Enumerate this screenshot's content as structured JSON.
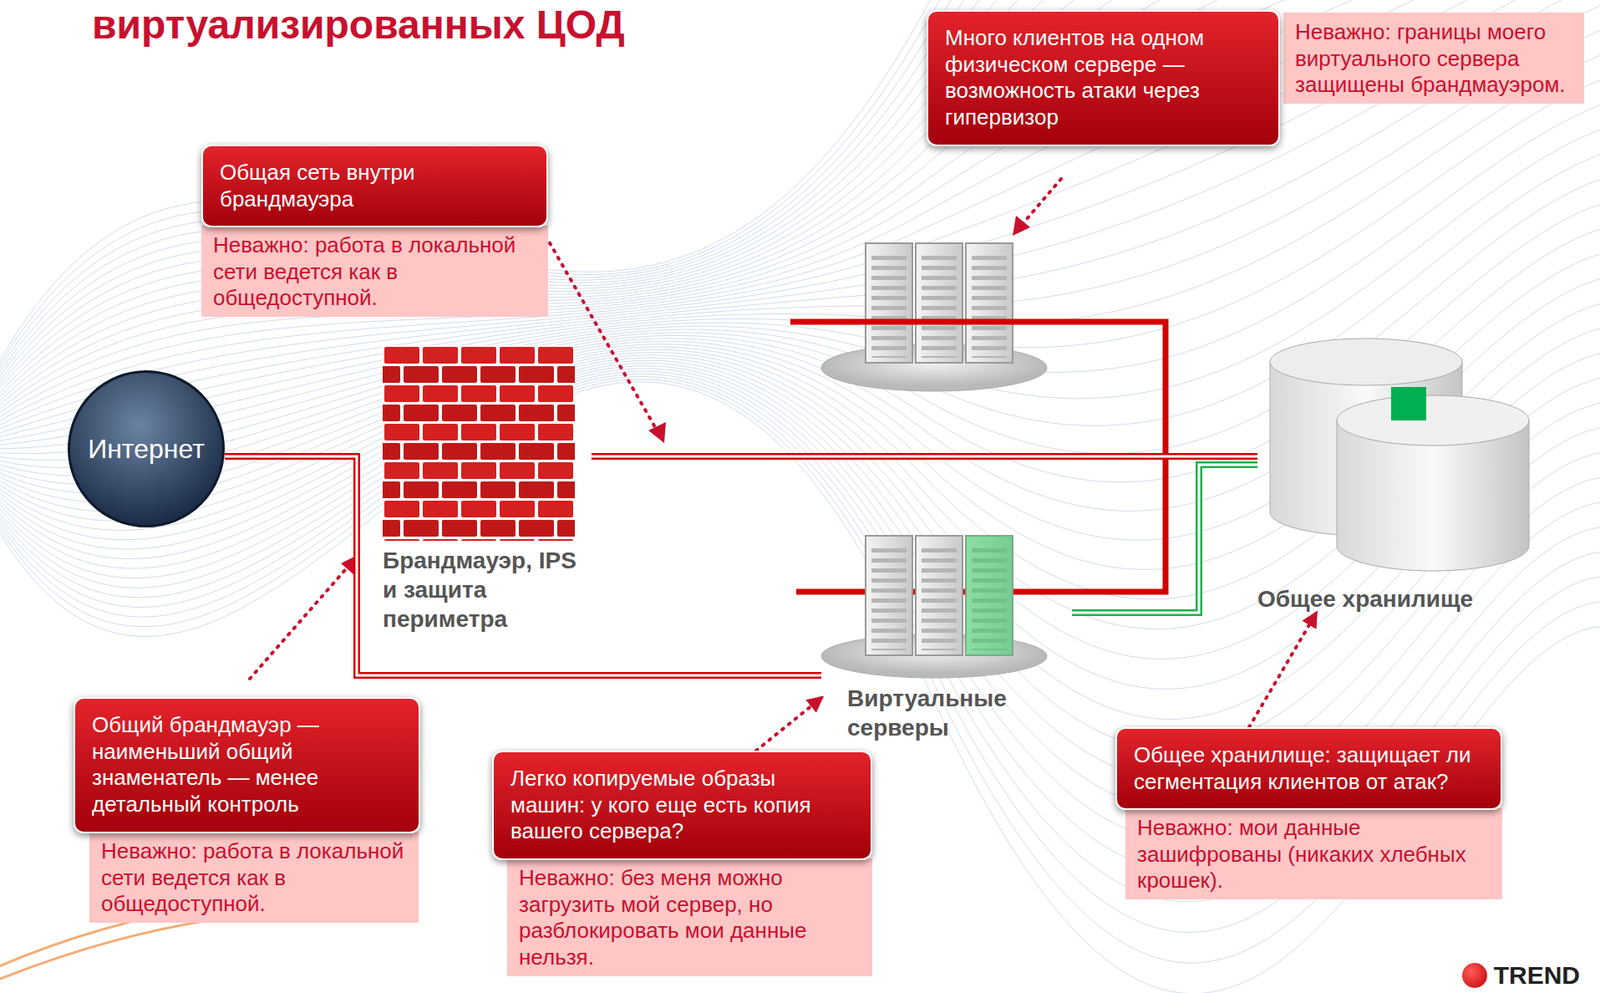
{
  "diagram": {
    "title": "виртуализированных ЦОД",
    "nodes": [
      {
        "text": [
          "Много клиентов на одном физическом сервере — возможность атаки через гипервизор"
        ]
      },
      {
        "text": [
          "Неважно: границы моего виртуального сервера защищены брандмауэром."
        ]
      },
      {
        "text": [
          "Общая сеть внутри брандмауэра"
        ]
      },
      {
        "text": [
          "Неважно: работа в локальной сети ведется как в общедоступной."
        ]
      },
      {
        "text": [
          "Интернет"
        ]
      },
      {
        "text": [
          "Брандмауэр, IPS и защита периметра"
        ]
      },
      {
        "text": [
          "Общее хранилище"
        ]
      },
      {
        "text": [
          "Виртуальные серверы"
        ]
      },
      {
        "text": [
          "Общий брандмауэр — наименьший общий знаменатель — менее детальный контроль"
        ]
      },
      {
        "text": [
          "Неважно: работа в локальной сети ведется как в общедоступной."
        ]
      },
      {
        "text": [
          "Легко копируемые образы машин: у кого еще есть копия вашего сервера?"
        ]
      },
      {
        "text": [
          "Неважно: без меня можно загрузить мой сервер, но разблокировать мои данные нельзя."
        ]
      },
      {
        "text": [
          "Общее хранилище: защищает ли сегментация клиентов от атак?"
        ]
      },
      {
        "text": [
          "Неважно: мои данные зашифрованы (никаких хлебных крошек)."
        ]
      }
    ],
    "edges": [
      {
        "from": 4,
        "to": 7,
        "arrow": "none"
      },
      {
        "from": 5,
        "to": 6,
        "arrow": "none"
      },
      {
        "from": 7,
        "to": 6,
        "arrow": "none"
      },
      {
        "from": 10,
        "to": 7,
        "arrow": "to"
      },
      {
        "from": 12,
        "to": 6,
        "arrow": "to"
      }
    ],
    "labels": [
      "TREND"
    ]
  }
}
